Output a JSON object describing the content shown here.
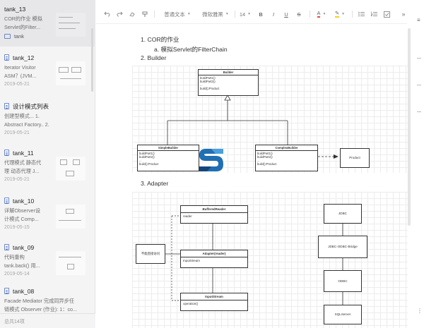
{
  "sidebar": {
    "notes": [
      {
        "title": "tank_13",
        "snippet": [
          "COR的作业 模拟",
          "Servlet的Filter..."
        ],
        "tag": "tank",
        "date": "",
        "active": true
      },
      {
        "title": "tank_12",
        "snippet": [
          "Iterator Visitor",
          "ASM？(JVM..."
        ],
        "tag": "",
        "date": "2019-05-21",
        "active": false
      },
      {
        "title": "设计模式列表",
        "snippet": [
          "创建型模式... 1.",
          "Abstract Factory.. 2."
        ],
        "tag": "",
        "date": "2019-05-21",
        "active": false
      },
      {
        "title": "tank_11",
        "snippet": [
          "代理模式 静态代",
          "理 动态代理 J..."
        ],
        "tag": "",
        "date": "2019-05-21",
        "active": false
      },
      {
        "title": "tank_10",
        "snippet": [
          "详解Observer设",
          "计模式 Comp..."
        ],
        "tag": "",
        "date": "2019-05-15",
        "active": false
      },
      {
        "title": "tank_09",
        "snippet": [
          "代码重构",
          "tank.back() 用..."
        ],
        "tag": "",
        "date": "2019-05-14",
        "active": false
      },
      {
        "title": "tank_08",
        "snippet": [
          "Facade Mediator 完成同异步任",
          "链模式 Observer (作业): 1：co..."
        ],
        "tag": "",
        "date": "",
        "active": false
      }
    ],
    "count_label": "总共14项"
  },
  "toolbar": {
    "undo_icon": "undo-icon",
    "redo_icon": "redo-icon",
    "clear_format_icon": "eraser-icon",
    "format_painter_icon": "format-painter-icon",
    "paragraph_style": "普通文本",
    "font_family": "微软雅黑",
    "font_size": "14",
    "bold": "B",
    "italic": "I",
    "underline": "U",
    "strikethrough": "S",
    "font_color": "A",
    "highlight": "✎",
    "more": "»"
  },
  "document": {
    "line1": "1. COR的作业",
    "line1a": "a. 模拟Servlet的FilterChain",
    "line2": "2. Builder",
    "line3": "3. Adapter"
  },
  "builder_diagram": {
    "builder": {
      "name": "Builder",
      "methods": [
        "buildPart1()",
        "buildPart2()",
        "...",
        "build():Product"
      ]
    },
    "simple": {
      "name": "SimpleBuilder",
      "methods": [
        "buildPart1()",
        "buildPart2()",
        "...",
        "build():Product"
      ]
    },
    "complex": {
      "name": "ComplexBuilder",
      "methods": [
        "buildPart1()",
        "buildPart2()",
        "...",
        "build():Product"
      ]
    },
    "product": "Product"
  },
  "adapter_diagram": {
    "buffered": {
      "name": "BufferedReader",
      "field": "reader"
    },
    "adapter": {
      "name": "Adapter(reader)",
      "field": "InputStream"
    },
    "input": {
      "name": "InputStream",
      "field": "operation()"
    },
    "note": "不能直接访问",
    "jdbc_chain": [
      "JDBC",
      "JDBC-ODBC-Bridge",
      "ODBC",
      "SQLServer"
    ]
  },
  "colors": {
    "accent": "#1f6fb2",
    "grid": "#ececec",
    "sidebar_bg": "#f4f4f5",
    "active_bg": "#e7e7ea"
  }
}
